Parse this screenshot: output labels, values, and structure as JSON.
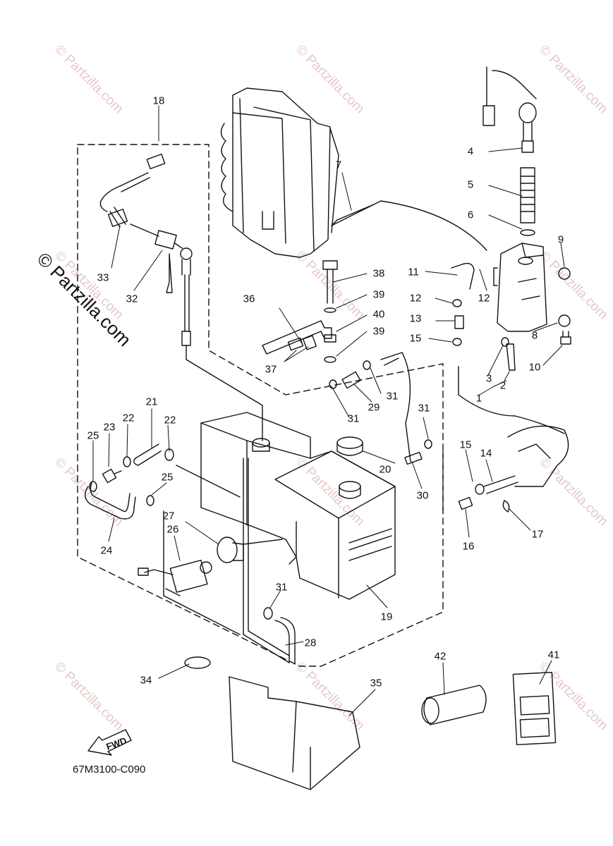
{
  "watermark": {
    "text": "© Partzilla.com"
  },
  "diagram_code": "67M3100-C090",
  "fwd_label": "FWD",
  "callouts": {
    "c1": "1",
    "c2": "2",
    "c3": "3",
    "c4": "4",
    "c5": "5",
    "c6": "6",
    "c7": "7",
    "c8": "8",
    "c9": "9",
    "c10": "10",
    "c11": "11",
    "c12a": "12",
    "c12b": "12",
    "c13": "13",
    "c14": "14",
    "c15a": "15",
    "c15b": "15",
    "c16": "16",
    "c17": "17",
    "c18": "18",
    "c19": "19",
    "c20": "20",
    "c21": "21",
    "c22a": "22",
    "c22b": "22",
    "c23": "23",
    "c24": "24",
    "c25a": "25",
    "c25b": "25",
    "c26": "26",
    "c27": "27",
    "c28": "28",
    "c29": "29",
    "c30": "30",
    "c31a": "31",
    "c31b": "31",
    "c31c": "31",
    "c31d": "31",
    "c32": "32",
    "c33": "33",
    "c34": "34",
    "c35": "35",
    "c36": "36",
    "c37": "37",
    "c38": "38",
    "c39a": "39",
    "c39b": "39",
    "c40": "40",
    "c41": "41",
    "c42": "42"
  }
}
